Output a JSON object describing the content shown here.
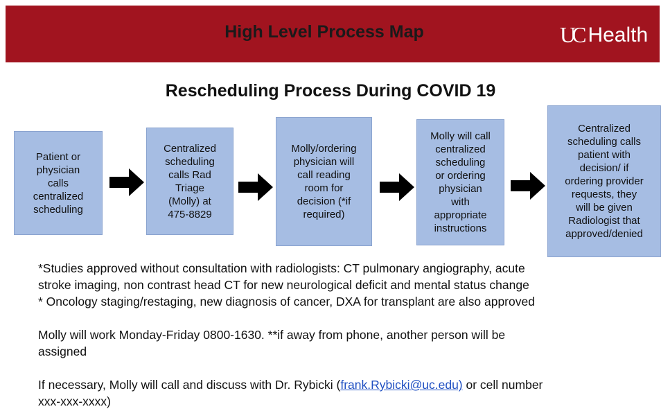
{
  "header": {
    "title": "High Level Process Map",
    "logo_mark": "UC",
    "logo_text": "Health",
    "band_color": "#a1141f"
  },
  "subtitle": "Rescheduling Process During COVID 19",
  "steps": [
    {
      "lines": [
        "Patient or",
        "physician",
        "calls",
        "centralized",
        "scheduling"
      ]
    },
    {
      "lines": [
        "Centralized",
        "scheduling",
        "calls Rad",
        "Triage",
        "(Molly) at",
        "475-8829"
      ]
    },
    {
      "lines": [
        "Molly/ordering",
        "physician  will",
        "call reading",
        "room for",
        "decision (*if",
        "required)"
      ]
    },
    {
      "lines": [
        "Molly will call",
        "centralized",
        "scheduling",
        "or ordering",
        "physician",
        "with",
        "appropriate",
        "instructions"
      ]
    },
    {
      "lines": [
        "Centralized",
        "scheduling calls",
        "patient with",
        "decision/ if",
        "ordering provider",
        "requests, they",
        "will be given",
        "Radiologist that",
        "approved/denied"
      ]
    }
  ],
  "step_fill": "#a6bde3",
  "arrow_icon": "right-arrow-icon",
  "notes": {
    "approved_1": "*Studies approved without consultation with radiologists:  CT pulmonary angiography, acute",
    "approved_2": "stroke imaging, non contrast head CT for new neurological deficit and mental status change",
    "approved_3": "*  Oncology staging/restaging, new diagnosis of cancer, DXA for transplant are also approved",
    "hours_1": "Molly will work Monday-Friday 0800-1630.  **if away from phone, another person will be",
    "hours_2": "assigned",
    "contact_prefix": "If necessary, Molly will call and discuss with Dr. Rybicki (",
    "contact_email": "frank.Rybicki@uc.edu)",
    "contact_suffix": " or cell number",
    "contact_2": "xxx-xxx-xxxx)"
  }
}
